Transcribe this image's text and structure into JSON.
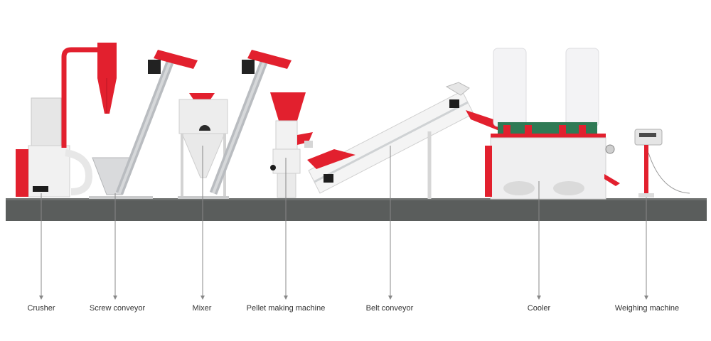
{
  "labels": {
    "crusher": "Crusher",
    "screw_conveyor": "Screw conveyor",
    "mixer": "Mixer",
    "pellet_machine": "Pellet making machine",
    "belt_conveyor": "Belt conveyor",
    "cooler": "Cooler",
    "weighing_machine": "Weighing machine"
  },
  "colors": {
    "machine_red": "#e2202e",
    "machine_white": "#f2f2f2",
    "steel": "#b9bcc0",
    "floor": "#5a5d5c",
    "leader_line": "#888888",
    "label_text": "#333333"
  }
}
